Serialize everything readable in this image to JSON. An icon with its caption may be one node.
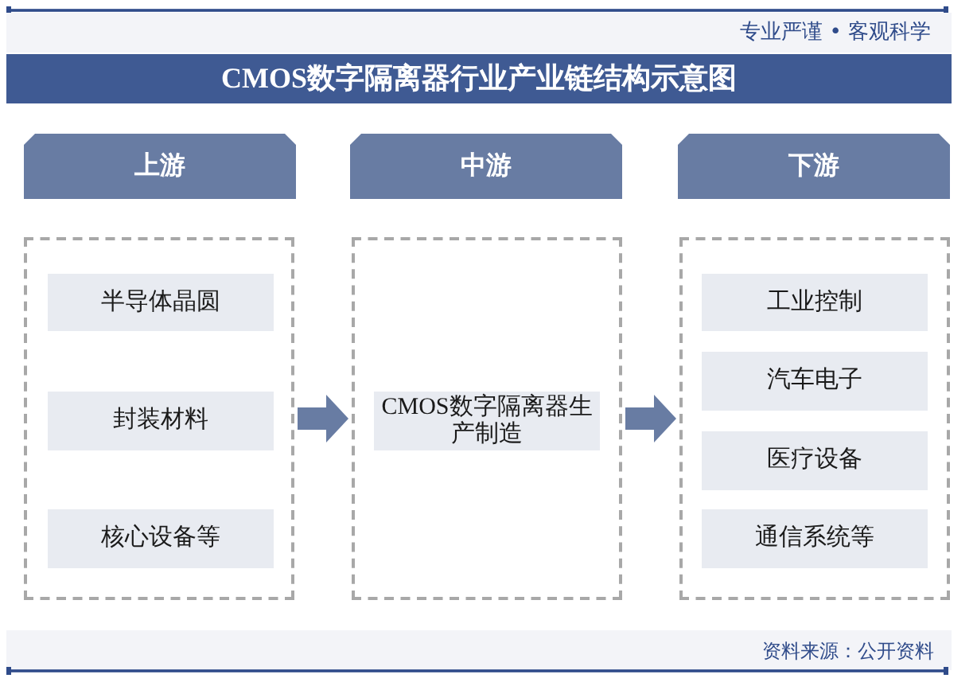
{
  "diagram": {
    "title": "CMOS数字隔离器行业产业链结构示意图",
    "nodes": [
      {
        "text": [
          "上游"
        ]
      },
      {
        "text": [],
        "shape": "box"
      },
      {
        "text": [
          "半导体晶圆"
        ],
        "in": 1
      },
      {
        "text": [
          "封装材料"
        ],
        "in": 1
      },
      {
        "text": [
          "核心设备等"
        ],
        "in": 1
      },
      {
        "text": [
          "中游"
        ]
      },
      {
        "text": [],
        "shape": "box"
      },
      {
        "text": [
          "CMOS数字隔离器生产制造"
        ],
        "in": 6
      },
      {
        "text": [
          "下游"
        ]
      },
      {
        "text": [],
        "shape": "box"
      },
      {
        "text": [
          "工业控制"
        ],
        "in": 9
      },
      {
        "text": [
          "汽车电子"
        ],
        "in": 9
      },
      {
        "text": [
          "医疗设备"
        ],
        "in": 9
      },
      {
        "text": [
          "通信系统等"
        ],
        "in": 9
      }
    ],
    "edges": [
      {
        "from": 1,
        "to": 6,
        "arrow": "to"
      },
      {
        "from": 6,
        "to": 9,
        "arrow": "to"
      }
    ],
    "labels": [
      "专业严谨 • 客观科学",
      "资料来源：公开资料"
    ]
  }
}
